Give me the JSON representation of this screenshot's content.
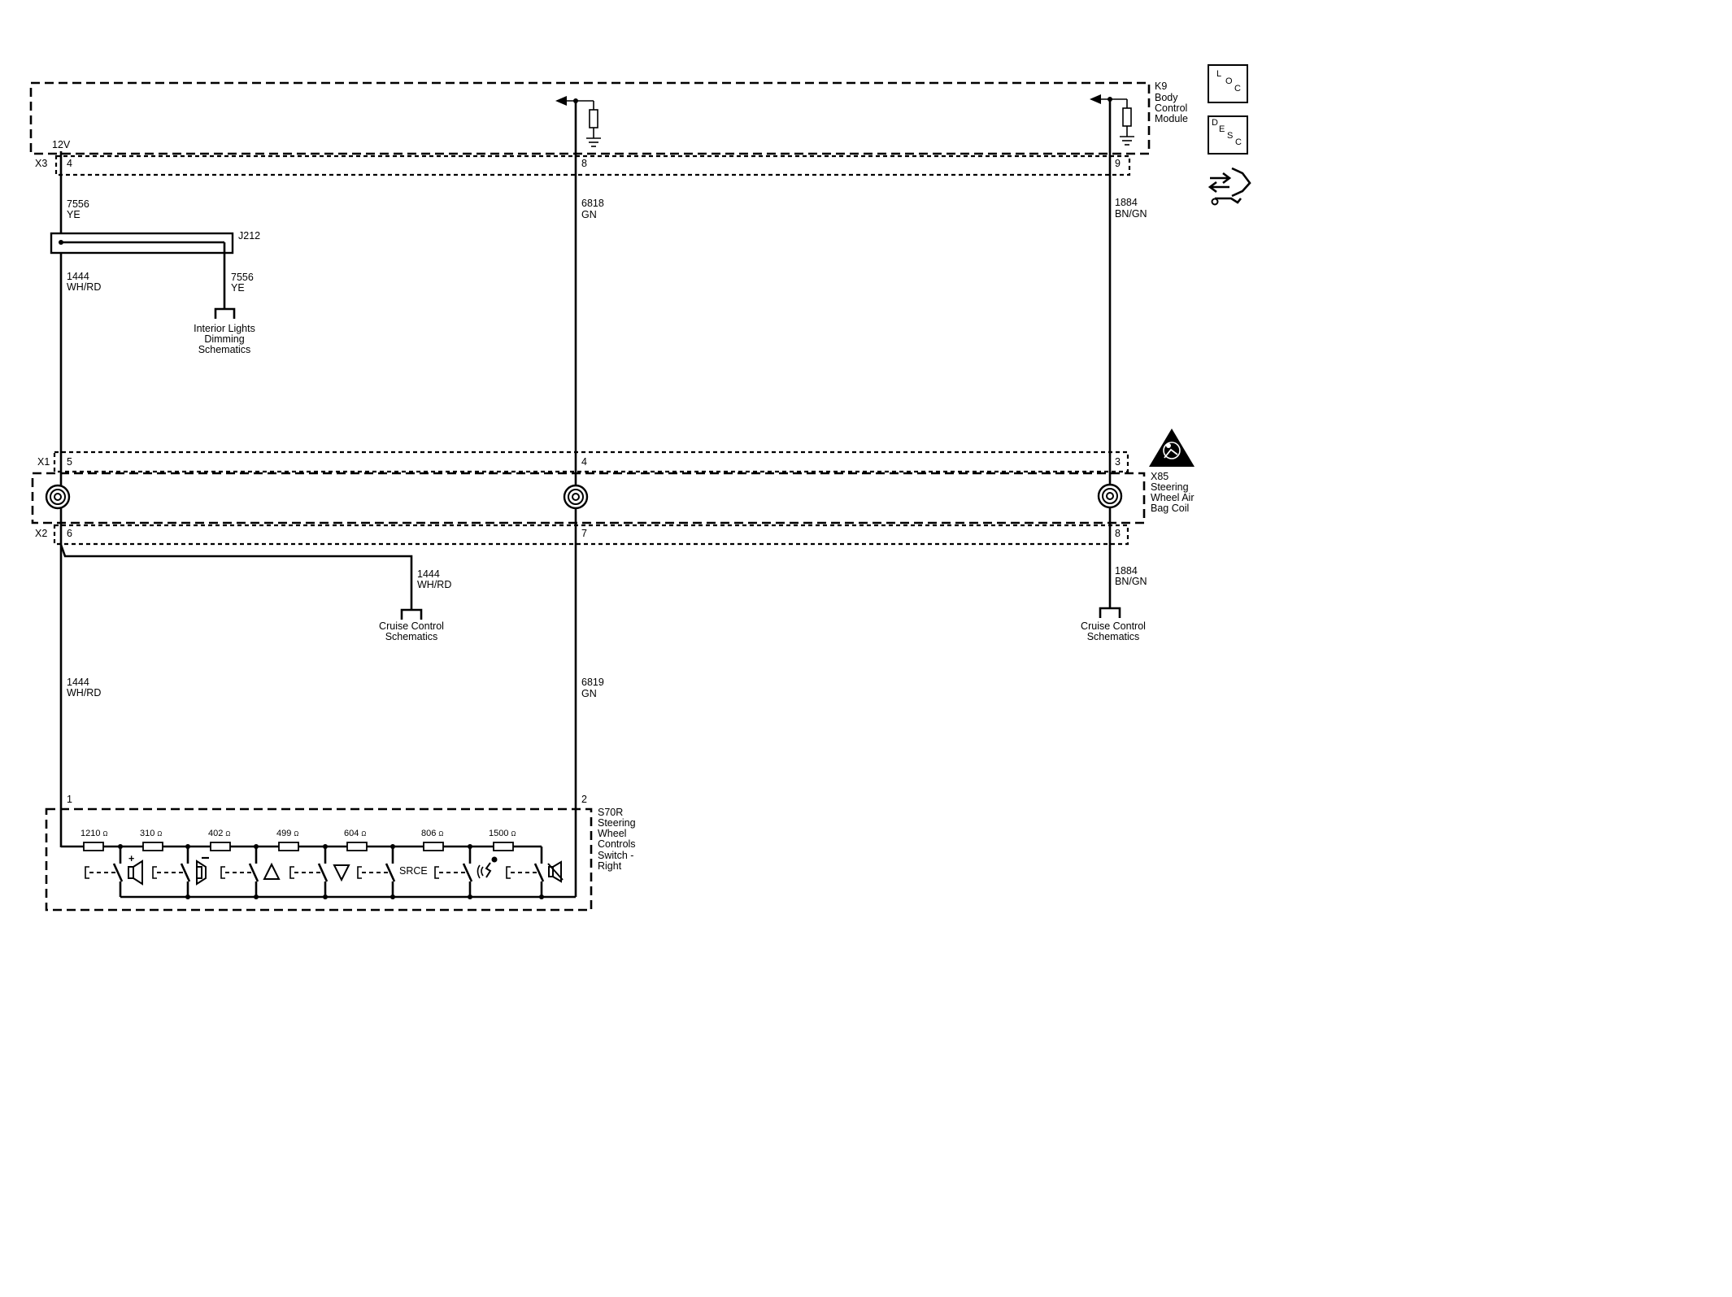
{
  "modules": {
    "k9": {
      "ref": "K9",
      "name_lines": [
        "Body",
        "Control",
        "Module"
      ]
    },
    "x85": {
      "ref": "X85",
      "name_lines": [
        "Steering",
        "Wheel Air",
        "Bag Coil"
      ]
    },
    "s70r": {
      "ref": "S70R",
      "name_lines": [
        "Steering",
        "Wheel",
        "Controls",
        "Switch -",
        "Right"
      ]
    }
  },
  "connectors": {
    "x3": "X3",
    "x1": "X1",
    "x2": "X2"
  },
  "voltage_label": "12V",
  "splice": {
    "ref": "J212"
  },
  "pins": {
    "x3": [
      "4",
      "8",
      "9"
    ],
    "x1": [
      "5",
      "4",
      "3"
    ],
    "x2": [
      "6",
      "7",
      "8"
    ],
    "s70r": [
      "1",
      "2"
    ]
  },
  "wires": {
    "w7556a": {
      "circuit": "7556",
      "color": "YE"
    },
    "w6818": {
      "circuit": "6818",
      "color": "GN"
    },
    "w1884a": {
      "circuit": "1884",
      "color": "BN/GN"
    },
    "w1444a": {
      "circuit": "1444",
      "color": "WH/RD"
    },
    "w7556b": {
      "circuit": "7556",
      "color": "YE"
    },
    "w1444b": {
      "circuit": "1444",
      "color": "WH/RD"
    },
    "w1884b": {
      "circuit": "1884",
      "color": "BN/GN"
    },
    "w1444c": {
      "circuit": "1444",
      "color": "WH/RD"
    },
    "w6819": {
      "circuit": "6819",
      "color": "GN"
    }
  },
  "references": {
    "interior": [
      "Interior Lights",
      "Dimming",
      "Schematics"
    ],
    "cruise_mid": [
      "Cruise Control",
      "Schematics"
    ],
    "cruise_right": [
      "Cruise Control",
      "Schematics"
    ]
  },
  "resistors": [
    "1210",
    "310",
    "402",
    "499",
    "604",
    "806",
    "1500"
  ],
  "ohm_symbol": "Ω",
  "srce_label": "SRCE",
  "side_buttons": {
    "loc": [
      "L",
      "O",
      "C"
    ],
    "desc": [
      "D",
      "E",
      "S",
      "C"
    ]
  },
  "icons": [
    "loc-button-icon",
    "desc-button-icon",
    "connector-repair-icon",
    "airbag-warning-icon",
    "clockspring-coil-icon",
    "speaker-icon",
    "up-arrow-icon",
    "down-arrow-icon",
    "voice-icon",
    "mute-icon",
    "ground-icon",
    "arrow-left-icon"
  ]
}
